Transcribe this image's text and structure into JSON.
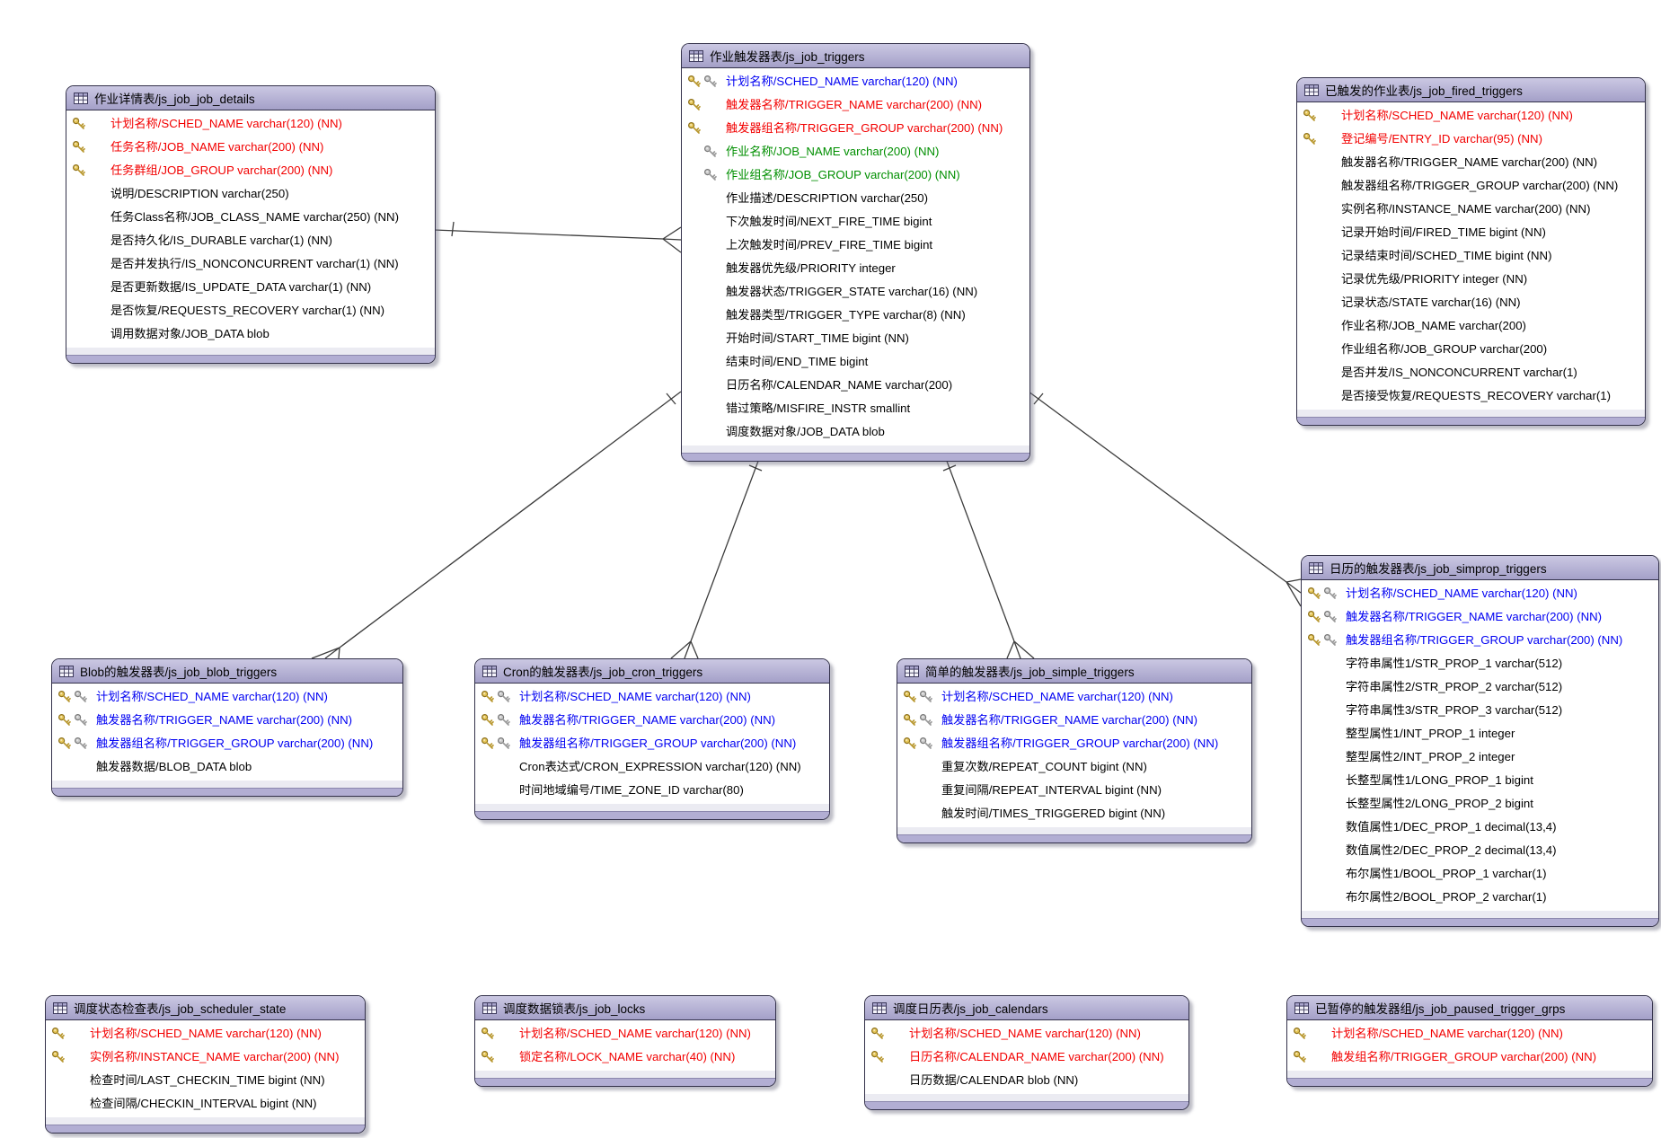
{
  "colors": {
    "pk": "#f20000",
    "pkfk": "#0000f2",
    "fk": "#008f00",
    "normal": "#000000",
    "header": "#b6b2d8",
    "line": "#3c3c3c"
  },
  "tables": [
    {
      "id": "js_job_job_details",
      "title": "作业详情表/js_job_job_details",
      "fields": [
        {
          "text": "计划名称/SCHED_NAME varchar(120) (NN)",
          "color": "pk",
          "keys": [
            "pk"
          ]
        },
        {
          "text": "任务名称/JOB_NAME varchar(200) (NN)",
          "color": "pk",
          "keys": [
            "pk"
          ]
        },
        {
          "text": "任务群组/JOB_GROUP varchar(200) (NN)",
          "color": "pk",
          "keys": [
            "pk"
          ]
        },
        {
          "text": "说明/DESCRIPTION varchar(250)"
        },
        {
          "text": "任务Class名称/JOB_CLASS_NAME varchar(250) (NN)"
        },
        {
          "text": "是否持久化/IS_DURABLE varchar(1) (NN)"
        },
        {
          "text": "是否并发执行/IS_NONCONCURRENT varchar(1) (NN)"
        },
        {
          "text": "是否更新数据/IS_UPDATE_DATA varchar(1) (NN)"
        },
        {
          "text": "是否恢复/REQUESTS_RECOVERY varchar(1) (NN)"
        },
        {
          "text": "调用数据对象/JOB_DATA blob"
        }
      ]
    },
    {
      "id": "js_job_triggers",
      "title": "作业触发器表/js_job_triggers",
      "fields": [
        {
          "text": "计划名称/SCHED_NAME varchar(120) (NN)",
          "color": "pkfk",
          "keys": [
            "pk",
            "fk"
          ]
        },
        {
          "text": "触发器名称/TRIGGER_NAME varchar(200) (NN)",
          "color": "pk",
          "keys": [
            "pk"
          ]
        },
        {
          "text": "触发器组名称/TRIGGER_GROUP varchar(200) (NN)",
          "color": "pk",
          "keys": [
            "pk"
          ]
        },
        {
          "text": "作业名称/JOB_NAME varchar(200) (NN)",
          "color": "fk",
          "keys": [
            "fk"
          ]
        },
        {
          "text": "作业组名称/JOB_GROUP varchar(200) (NN)",
          "color": "fk",
          "keys": [
            "fk"
          ]
        },
        {
          "text": "作业描述/DESCRIPTION varchar(250)"
        },
        {
          "text": "下次触发时间/NEXT_FIRE_TIME bigint"
        },
        {
          "text": "上次触发时间/PREV_FIRE_TIME bigint"
        },
        {
          "text": "触发器优先级/PRIORITY integer"
        },
        {
          "text": "触发器状态/TRIGGER_STATE varchar(16) (NN)"
        },
        {
          "text": "触发器类型/TRIGGER_TYPE varchar(8) (NN)"
        },
        {
          "text": "开始时间/START_TIME bigint (NN)"
        },
        {
          "text": "结束时间/END_TIME bigint"
        },
        {
          "text": "日历名称/CALENDAR_NAME varchar(200)"
        },
        {
          "text": "错过策略/MISFIRE_INSTR smallint"
        },
        {
          "text": "调度数据对象/JOB_DATA blob"
        }
      ]
    },
    {
      "id": "js_job_fired_triggers",
      "title": "已触发的作业表/js_job_fired_triggers",
      "fields": [
        {
          "text": "计划名称/SCHED_NAME varchar(120) (NN)",
          "color": "pk",
          "keys": [
            "pk"
          ]
        },
        {
          "text": "登记编号/ENTRY_ID varchar(95) (NN)",
          "color": "pk",
          "keys": [
            "pk"
          ]
        },
        {
          "text": "触发器名称/TRIGGER_NAME varchar(200) (NN)"
        },
        {
          "text": "触发器组名称/TRIGGER_GROUP varchar(200) (NN)"
        },
        {
          "text": "实例名称/INSTANCE_NAME varchar(200) (NN)"
        },
        {
          "text": "记录开始时间/FIRED_TIME bigint (NN)"
        },
        {
          "text": "记录结束时间/SCHED_TIME bigint (NN)"
        },
        {
          "text": "记录优先级/PRIORITY integer (NN)"
        },
        {
          "text": "记录状态/STATE varchar(16) (NN)"
        },
        {
          "text": "作业名称/JOB_NAME varchar(200)"
        },
        {
          "text": "作业组名称/JOB_GROUP varchar(200)"
        },
        {
          "text": "是否并发/IS_NONCONCURRENT varchar(1)"
        },
        {
          "text": "是否接受恢复/REQUESTS_RECOVERY varchar(1)"
        }
      ]
    },
    {
      "id": "js_job_blob_triggers",
      "title": "Blob的触发器表/js_job_blob_triggers",
      "fields": [
        {
          "text": "计划名称/SCHED_NAME varchar(120) (NN)",
          "color": "pkfk",
          "keys": [
            "pk",
            "fk"
          ]
        },
        {
          "text": "触发器名称/TRIGGER_NAME varchar(200) (NN)",
          "color": "pkfk",
          "keys": [
            "pk",
            "fk"
          ]
        },
        {
          "text": "触发器组名称/TRIGGER_GROUP varchar(200) (NN)",
          "color": "pkfk",
          "keys": [
            "pk",
            "fk"
          ]
        },
        {
          "text": "触发器数据/BLOB_DATA blob"
        }
      ]
    },
    {
      "id": "js_job_cron_triggers",
      "title": "Cron的触发器表/js_job_cron_triggers",
      "fields": [
        {
          "text": "计划名称/SCHED_NAME varchar(120) (NN)",
          "color": "pkfk",
          "keys": [
            "pk",
            "fk"
          ]
        },
        {
          "text": "触发器名称/TRIGGER_NAME varchar(200) (NN)",
          "color": "pkfk",
          "keys": [
            "pk",
            "fk"
          ]
        },
        {
          "text": "触发器组名称/TRIGGER_GROUP varchar(200) (NN)",
          "color": "pkfk",
          "keys": [
            "pk",
            "fk"
          ]
        },
        {
          "text": "Cron表达式/CRON_EXPRESSION varchar(120) (NN)"
        },
        {
          "text": "时间地域编号/TIME_ZONE_ID varchar(80)"
        }
      ]
    },
    {
      "id": "js_job_simple_triggers",
      "title": "简单的触发器表/js_job_simple_triggers",
      "fields": [
        {
          "text": "计划名称/SCHED_NAME varchar(120) (NN)",
          "color": "pkfk",
          "keys": [
            "pk",
            "fk"
          ]
        },
        {
          "text": "触发器名称/TRIGGER_NAME varchar(200) (NN)",
          "color": "pkfk",
          "keys": [
            "pk",
            "fk"
          ]
        },
        {
          "text": "触发器组名称/TRIGGER_GROUP varchar(200) (NN)",
          "color": "pkfk",
          "keys": [
            "pk",
            "fk"
          ]
        },
        {
          "text": "重复次数/REPEAT_COUNT bigint (NN)"
        },
        {
          "text": "重复间隔/REPEAT_INTERVAL bigint (NN)"
        },
        {
          "text": "触发时间/TIMES_TRIGGERED bigint (NN)"
        }
      ]
    },
    {
      "id": "js_job_simprop_triggers",
      "title": "日历的触发器表/js_job_simprop_triggers",
      "fields": [
        {
          "text": "计划名称/SCHED_NAME varchar(120) (NN)",
          "color": "pkfk",
          "keys": [
            "pk",
            "fk"
          ]
        },
        {
          "text": "触发器名称/TRIGGER_NAME varchar(200) (NN)",
          "color": "pkfk",
          "keys": [
            "pk",
            "fk"
          ]
        },
        {
          "text": "触发器组名称/TRIGGER_GROUP varchar(200) (NN)",
          "color": "pkfk",
          "keys": [
            "pk",
            "fk"
          ]
        },
        {
          "text": "字符串属性1/STR_PROP_1 varchar(512)"
        },
        {
          "text": "字符串属性2/STR_PROP_2 varchar(512)"
        },
        {
          "text": "字符串属性3/STR_PROP_3 varchar(512)"
        },
        {
          "text": "整型属性1/INT_PROP_1 integer"
        },
        {
          "text": "整型属性2/INT_PROP_2 integer"
        },
        {
          "text": "长整型属性1/LONG_PROP_1 bigint"
        },
        {
          "text": "长整型属性2/LONG_PROP_2 bigint"
        },
        {
          "text": "数值属性1/DEC_PROP_1 decimal(13,4)"
        },
        {
          "text": "数值属性2/DEC_PROP_2 decimal(13,4)"
        },
        {
          "text": "布尔属性1/BOOL_PROP_1 varchar(1)"
        },
        {
          "text": "布尔属性2/BOOL_PROP_2 varchar(1)"
        }
      ]
    },
    {
      "id": "js_job_scheduler_state",
      "title": "调度状态检查表/js_job_scheduler_state",
      "fields": [
        {
          "text": "计划名称/SCHED_NAME varchar(120) (NN)",
          "color": "pk",
          "keys": [
            "pk"
          ]
        },
        {
          "text": "实例名称/INSTANCE_NAME varchar(200) (NN)",
          "color": "pk",
          "keys": [
            "pk"
          ]
        },
        {
          "text": "检查时间/LAST_CHECKIN_TIME bigint (NN)"
        },
        {
          "text": "检查间隔/CHECKIN_INTERVAL bigint (NN)"
        }
      ]
    },
    {
      "id": "js_job_locks",
      "title": "调度数据锁表/js_job_locks",
      "fields": [
        {
          "text": "计划名称/SCHED_NAME varchar(120) (NN)",
          "color": "pk",
          "keys": [
            "pk"
          ]
        },
        {
          "text": "锁定名称/LOCK_NAME varchar(40) (NN)",
          "color": "pk",
          "keys": [
            "pk"
          ]
        }
      ]
    },
    {
      "id": "js_job_calendars",
      "title": "调度日历表/js_job_calendars",
      "fields": [
        {
          "text": "计划名称/SCHED_NAME varchar(120) (NN)",
          "color": "pk",
          "keys": [
            "pk"
          ]
        },
        {
          "text": "日历名称/CALENDAR_NAME varchar(200) (NN)",
          "color": "pk",
          "keys": [
            "pk"
          ]
        },
        {
          "text": "日历数据/CALENDAR blob (NN)"
        }
      ]
    },
    {
      "id": "js_job_paused_trigger_grps",
      "title": "已暂停的触发器组/js_job_paused_trigger_grps",
      "fields": [
        {
          "text": "计划名称/SCHED_NAME varchar(120) (NN)",
          "color": "pk",
          "keys": [
            "pk"
          ]
        },
        {
          "text": "触发组名称/TRIGGER_GROUP varchar(200) (NN)",
          "color": "pk",
          "keys": [
            "pk"
          ]
        }
      ]
    }
  ],
  "relations": [
    {
      "id": "details-triggers",
      "from": "js_job_job_details",
      "to": "js_job_triggers",
      "cardinality": "one-to-many"
    },
    {
      "id": "triggers-blob",
      "from": "js_job_triggers",
      "to": "js_job_blob_triggers",
      "cardinality": "one-to-many"
    },
    {
      "id": "triggers-cron",
      "from": "js_job_triggers",
      "to": "js_job_cron_triggers",
      "cardinality": "one-to-many"
    },
    {
      "id": "triggers-simple",
      "from": "js_job_triggers",
      "to": "js_job_simple_triggers",
      "cardinality": "one-to-many"
    },
    {
      "id": "triggers-simprop",
      "from": "js_job_triggers",
      "to": "js_job_simprop_triggers",
      "cardinality": "one-to-many"
    }
  ]
}
